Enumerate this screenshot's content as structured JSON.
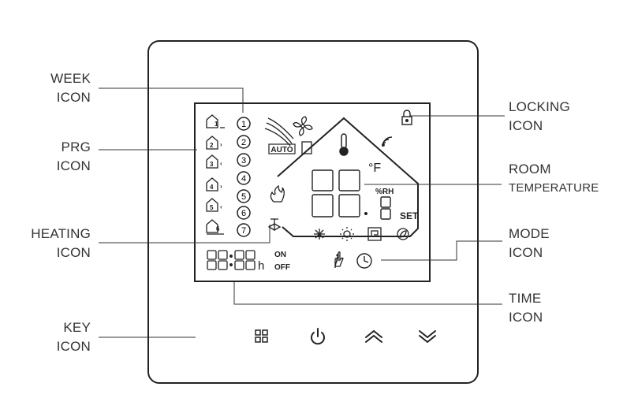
{
  "labels": {
    "week": [
      "WEEK",
      "ICON"
    ],
    "prg": [
      "PRG",
      "ICON"
    ],
    "heating": [
      "HEATING",
      "ICON"
    ],
    "key": [
      "KEY",
      "ICON"
    ],
    "locking": [
      "LOCKING",
      "ICON"
    ],
    "room": [
      "ROOM",
      "TEMPERATURE"
    ],
    "mode": [
      "MODE",
      "ICON"
    ],
    "time": [
      "TIME",
      "ICON"
    ]
  },
  "lcd": {
    "auto": "AUTO",
    "degree": "°F",
    "rh": "%RH",
    "set": "SET",
    "on": "ON",
    "off": "OFF",
    "hour_unit": "h",
    "time_digits": "88:88",
    "temp_digits": "88",
    "temp_decimal": "8",
    "week_days": [
      "1",
      "2",
      "3",
      "4",
      "5",
      "6",
      "7"
    ],
    "programs": [
      "1",
      "2",
      "3",
      "4",
      "5",
      "6"
    ]
  },
  "keys": [
    "menu-icon",
    "power-icon",
    "up-icon",
    "down-icon"
  ]
}
